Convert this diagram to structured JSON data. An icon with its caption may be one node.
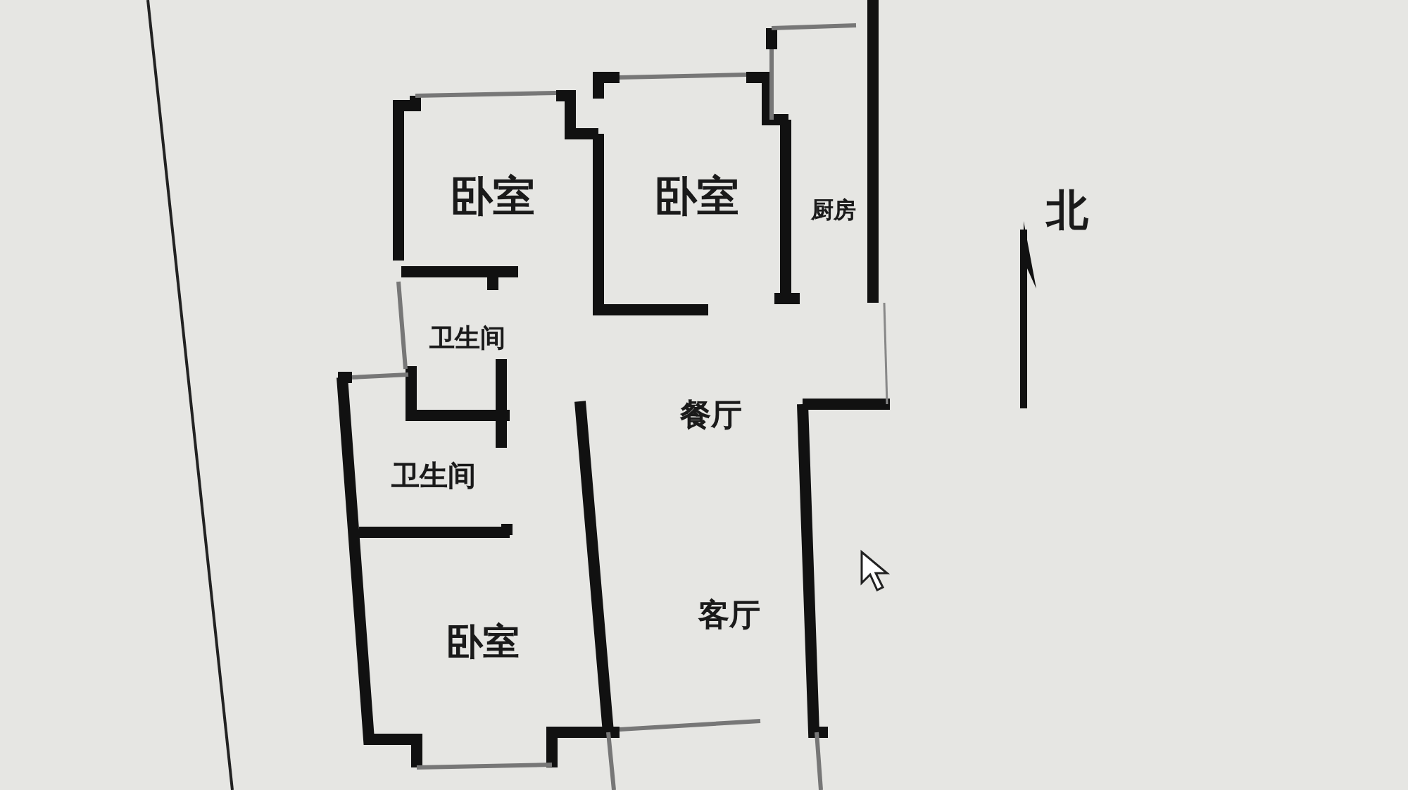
{
  "diagram": {
    "labels": [
      "卧室",
      "卧室",
      "厨房",
      "卫生间",
      "餐厅",
      "卫生间",
      "客厅",
      "卧室",
      "北"
    ]
  }
}
